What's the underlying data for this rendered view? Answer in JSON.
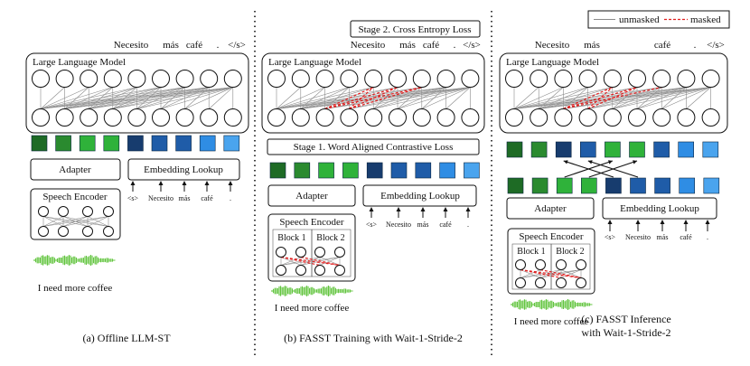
{
  "panels": {
    "a": {
      "caption": "(a) Offline LLM-ST",
      "llm_label": "Large Language Model",
      "output_tokens": [
        "Necesito",
        "más",
        "café",
        ".",
        "</s>"
      ],
      "adapter_label": "Adapter",
      "embedding_label": "Embedding Lookup",
      "input_tokens": [
        "<s>",
        "Necesito",
        "más",
        "café",
        "."
      ],
      "speech_encoder_label": "Speech Encoder",
      "speech_text": "I need more coffee"
    },
    "b": {
      "caption": "(b) FASST Training with Wait-1-Stride-2",
      "stage2_label": "Stage 2. Cross Entropy Loss",
      "stage1_label": "Stage 1. Word Aligned Contrastive Loss",
      "llm_label": "Large Language Model",
      "output_tokens": [
        "Necesito",
        "más",
        "café",
        ".",
        "</s>"
      ],
      "adapter_label": "Adapter",
      "embedding_label": "Embedding Lookup",
      "input_tokens": [
        "<s>",
        "Necesito",
        "más",
        "café",
        "."
      ],
      "speech_encoder_label": "Speech Encoder",
      "block1_label": "Block 1",
      "block2_label": "Block 2",
      "speech_text": "I need more coffee"
    },
    "c": {
      "caption_line1": "(c) FASST Inference",
      "caption_line2": "with Wait-1-Stride-2",
      "llm_label": "Large Language Model",
      "output_tokens": [
        "Necesito",
        "más",
        "café",
        ".",
        "</s>"
      ],
      "adapter_label": "Adapter",
      "embedding_label": "Embedding Lookup",
      "input_tokens": [
        "<s>",
        "Necesito",
        "más",
        "café",
        "."
      ],
      "speech_encoder_label": "Speech Encoder",
      "block1_label": "Block 1",
      "block2_label": "Block 2",
      "speech_text": "I need more coffee"
    }
  },
  "legend": {
    "unmasked_label": "unmasked",
    "masked_label": "masked"
  },
  "colors": {
    "green_dark": "#1e6b25",
    "green_mid": "#2a8a2f",
    "green_light": "#2fb23a",
    "blue_dark": "#173c6e",
    "blue_mid": "#1f5ca8",
    "blue_light": "#2f8de4",
    "blue_pale": "#4aa4ee",
    "masked_line": "#e01f1f",
    "unmasked_line": "#8a8a8a",
    "waveform": "#5bc236"
  }
}
